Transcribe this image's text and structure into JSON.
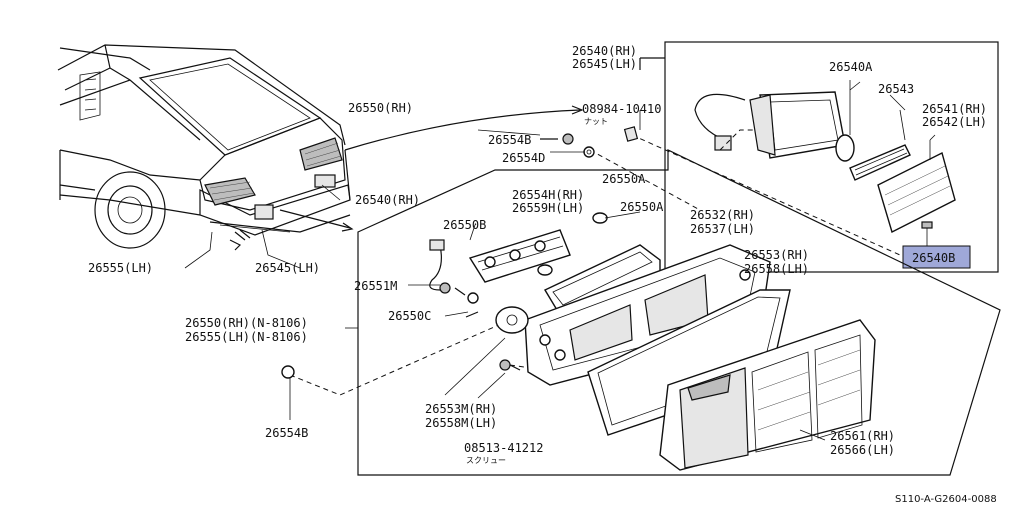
{
  "labels": {
    "l_26540rh_26545lh_1": "26540(RH)",
    "l_26540rh_26545lh_2": "26545(LH)",
    "l_26540a": "26540A",
    "l_26543": "26543",
    "l_26541_1": "26541(RH)",
    "l_26541_2": "26542(LH)",
    "l_26540b": "26540B",
    "l_26550rh": "26550(RH)",
    "l_08984": "08984-10410",
    "l_08984_sub": "ナット",
    "l_26554b_top": "26554B",
    "l_26554d": "26554D",
    "l_26550a_1": "26550A",
    "l_26554h_1": "26554H(RH)",
    "l_26554h_2": "26559H(LH)",
    "l_26550a_2": "26550A",
    "l_26550b": "26550B",
    "l_26532_1": "26532(RH)",
    "l_26532_2": "26537(LH)",
    "l_26540rh_car": "26540(RH)",
    "l_26553_1": "26553(RH)",
    "l_26553_2": "26558(LH)",
    "l_26551m": "26551M",
    "l_26550c": "26550C",
    "l_26550_n_1": "26550(RH)(N-8106)",
    "l_26550_n_2": "26555(LH)(N-8106)",
    "l_26555lh": "26555(LH)",
    "l_26545lh": "26545(LH)",
    "l_26554b_bot": "26554B",
    "l_26553m_1": "26553M(RH)",
    "l_26553m_2": "26558M(LH)",
    "l_08513": "08513-41212",
    "l_08513_sub": "スクリュー",
    "l_26561_1": "26561(RH)",
    "l_26561_2": "26566(LH)",
    "ref_code": "S110-A-G2604-0088"
  },
  "colors": {
    "highlight": "#9fa8d8",
    "line": "#111111"
  }
}
